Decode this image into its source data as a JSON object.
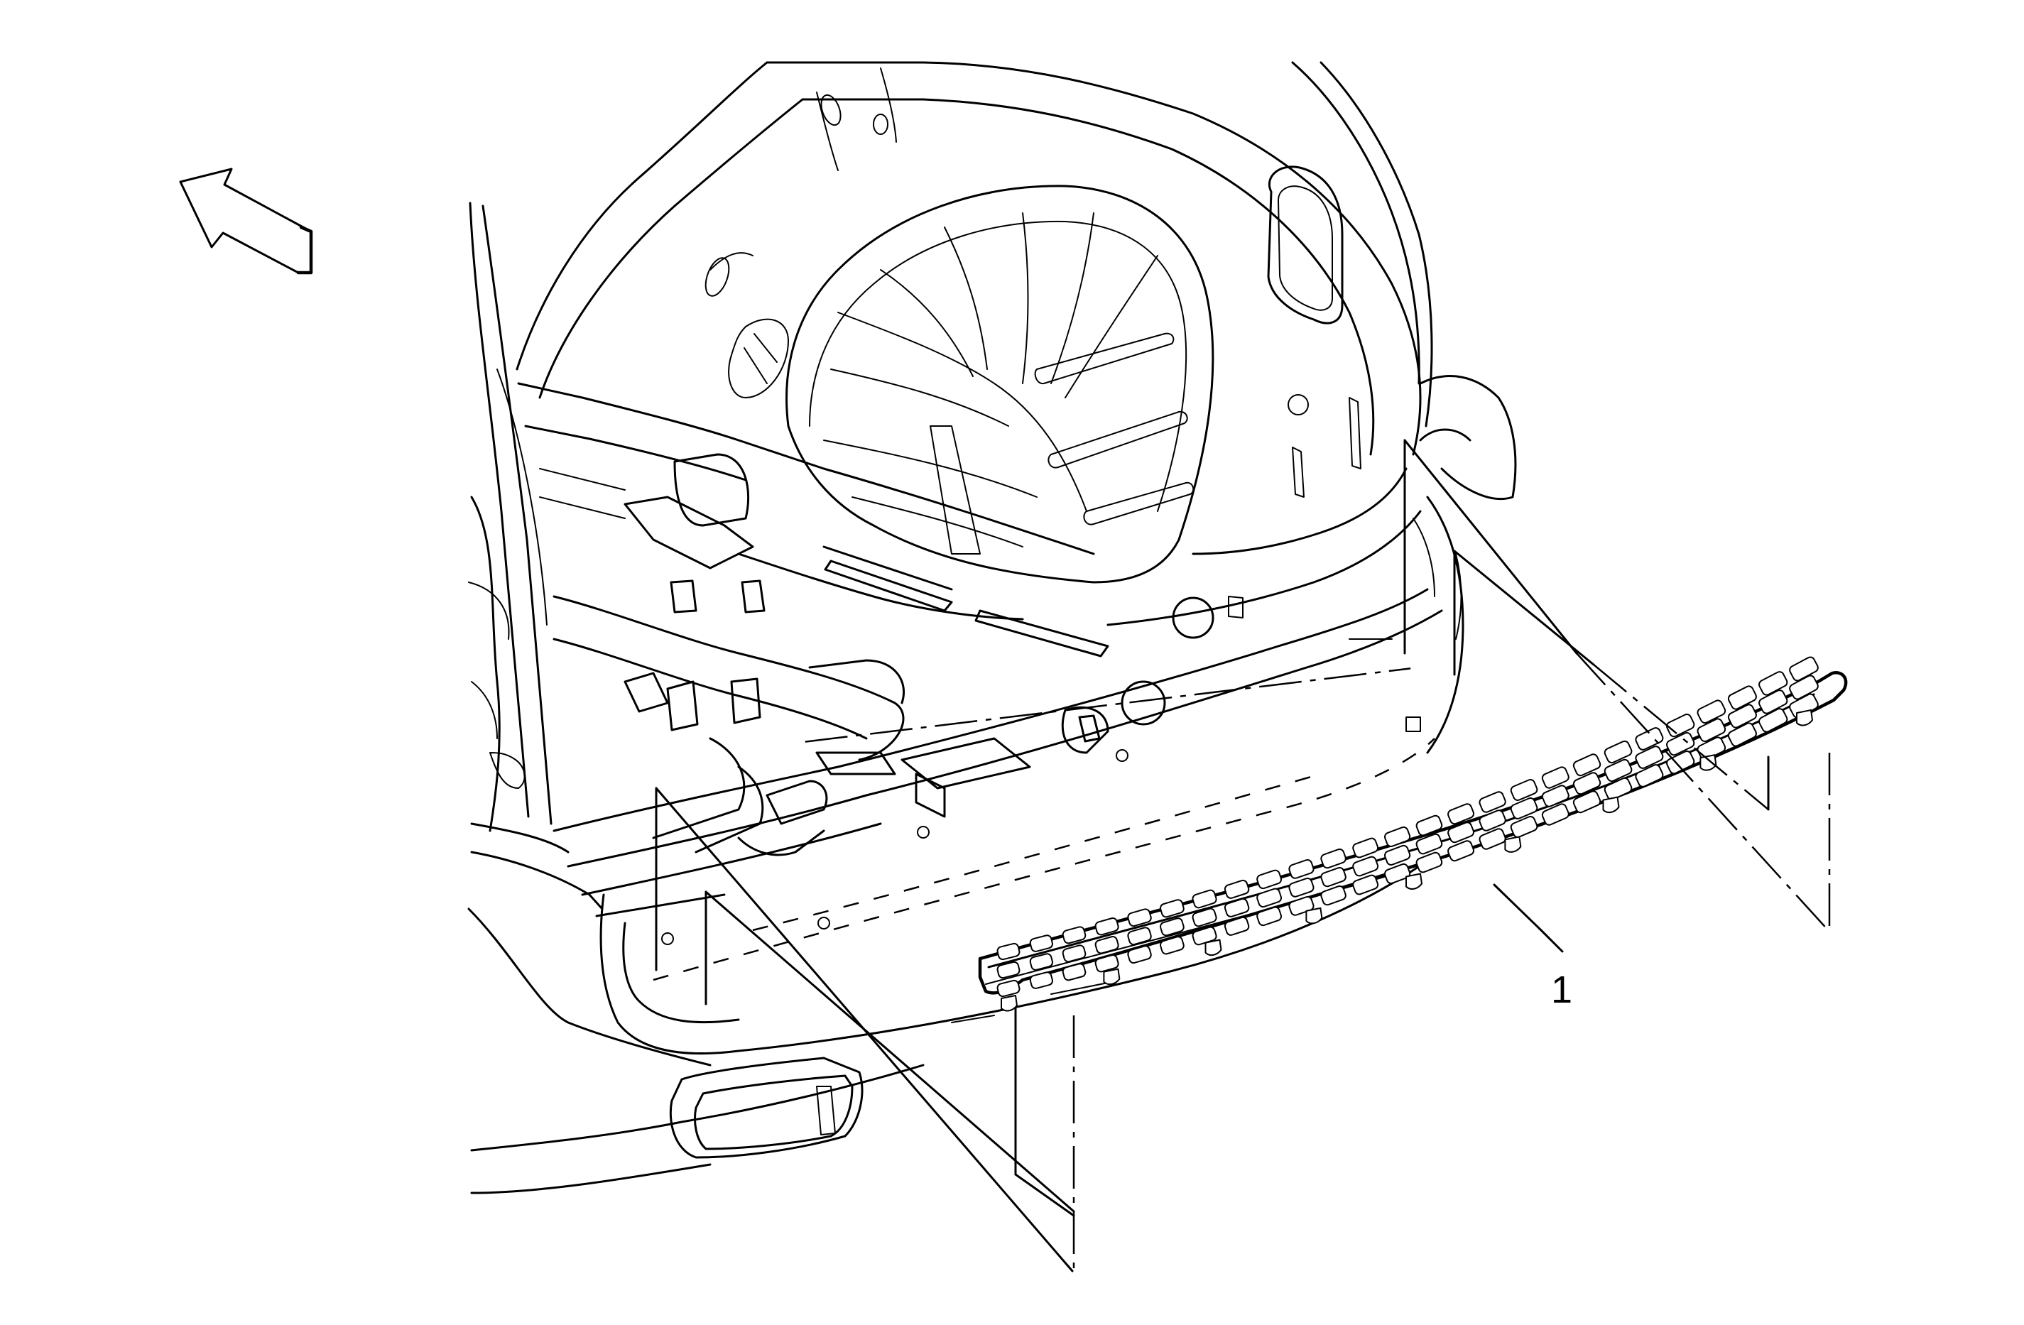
{
  "diagram": {
    "callouts": [
      {
        "id": "callout-1",
        "label": "1"
      }
    ],
    "direction_arrow": {
      "icon": "front-direction-arrow-icon"
    },
    "plate": {
      "rows": 3,
      "cols": 26
    }
  }
}
